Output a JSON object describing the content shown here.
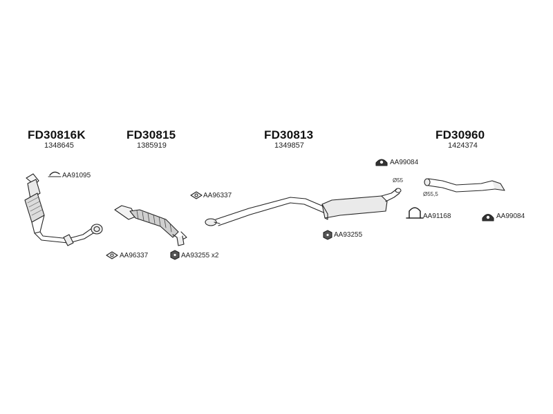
{
  "groups": [
    {
      "code": "FD30816K",
      "oem": "1348645"
    },
    {
      "code": "FD30815",
      "oem": "1385919"
    },
    {
      "code": "FD30813",
      "oem": "1349857"
    },
    {
      "code": "FD30960",
      "oem": "1424374"
    }
  ],
  "accessories": {
    "aa91095": "AA91095",
    "aa96337_a": "AA96337",
    "aa96337_b": "AA96337",
    "aa93255_x2": "AA93255 x2",
    "aa93255": "AA93255",
    "aa99084_a": "AA99084",
    "aa91168": "AA91168",
    "aa99084_b": "AA99084"
  },
  "dimensions": {
    "d55": "Ø55",
    "d55_5": "Ø55,5"
  }
}
